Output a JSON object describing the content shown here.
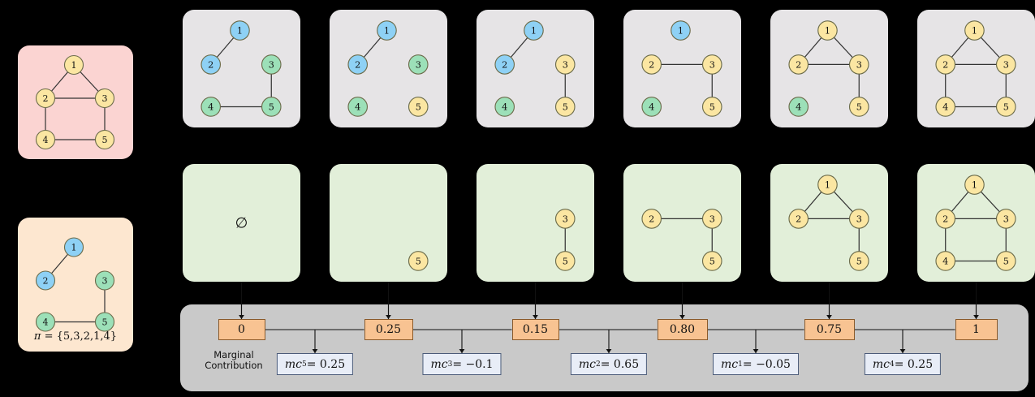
{
  "original_graph": {
    "title_nodes": [
      "1",
      "2",
      "3",
      "4",
      "5"
    ],
    "edges": [
      [
        1,
        2
      ],
      [
        1,
        3
      ],
      [
        2,
        3
      ],
      [
        2,
        4
      ],
      [
        3,
        5
      ],
      [
        4,
        5
      ]
    ],
    "node_colors": {
      "1": "#fbe6a2",
      "2": "#fbe6a2",
      "3": "#fbe6a2",
      "4": "#fbe6a2",
      "5": "#fbe6a2"
    },
    "panel_color": "#fbd4d2"
  },
  "permutation_panel": {
    "caption_pi": "π",
    "caption_eq": " = {5,3,2,1,4}",
    "nodes": [
      "1",
      "2",
      "3",
      "4",
      "5"
    ],
    "edges": [
      [
        1,
        2
      ],
      [
        3,
        5
      ],
      [
        4,
        5
      ]
    ],
    "node_colors": {
      "1": "#8ed1f5",
      "2": "#8ed1f5",
      "3": "#9ce0b8",
      "4": "#9ce0b8",
      "5": "#9ce0b8"
    },
    "panel_color": "#fde7d0"
  },
  "colors": {
    "blue": "#8ed1f5",
    "green": "#9ce0b8",
    "yellow": "#fbe6a2",
    "panel_grey": "#e6e4e6",
    "panel_green": "#e2efd9",
    "panel_pink": "#fbd4d2",
    "panel_peach": "#fde7d0",
    "bar_grey": "#c9c9c9",
    "value_box": "#f8c392",
    "mc_box": "#e8edf7"
  },
  "top_row": [
    {
      "id": "top-panel-1",
      "nodes": [
        "1",
        "2",
        "3",
        "4",
        "5"
      ],
      "node_colors": {
        "1": "#8ed1f5",
        "2": "#8ed1f5",
        "3": "#9ce0b8",
        "4": "#9ce0b8",
        "5": "#9ce0b8"
      },
      "edges": [
        [
          1,
          2
        ],
        [
          3,
          5
        ],
        [
          4,
          5
        ]
      ]
    },
    {
      "id": "top-panel-2",
      "nodes": [
        "1",
        "2",
        "3",
        "4",
        "5"
      ],
      "node_colors": {
        "1": "#8ed1f5",
        "2": "#8ed1f5",
        "3": "#9ce0b8",
        "4": "#9ce0b8",
        "5": "#fbe6a2"
      },
      "edges": [
        [
          1,
          2
        ]
      ]
    },
    {
      "id": "top-panel-3",
      "nodes": [
        "1",
        "2",
        "3",
        "4",
        "5"
      ],
      "node_colors": {
        "1": "#8ed1f5",
        "2": "#8ed1f5",
        "3": "#fbe6a2",
        "4": "#9ce0b8",
        "5": "#fbe6a2"
      },
      "edges": [
        [
          1,
          2
        ],
        [
          3,
          5
        ]
      ]
    },
    {
      "id": "top-panel-4",
      "nodes": [
        "1",
        "2",
        "3",
        "4",
        "5"
      ],
      "node_colors": {
        "1": "#8ed1f5",
        "2": "#fbe6a2",
        "3": "#fbe6a2",
        "4": "#9ce0b8",
        "5": "#fbe6a2"
      },
      "edges": [
        [
          2,
          3
        ],
        [
          3,
          5
        ]
      ]
    },
    {
      "id": "top-panel-5",
      "nodes": [
        "1",
        "2",
        "3",
        "4",
        "5"
      ],
      "node_colors": {
        "1": "#fbe6a2",
        "2": "#fbe6a2",
        "3": "#fbe6a2",
        "4": "#9ce0b8",
        "5": "#fbe6a2"
      },
      "edges": [
        [
          1,
          2
        ],
        [
          1,
          3
        ],
        [
          2,
          3
        ],
        [
          3,
          5
        ]
      ]
    },
    {
      "id": "top-panel-6",
      "nodes": [
        "1",
        "2",
        "3",
        "4",
        "5"
      ],
      "node_colors": {
        "1": "#fbe6a2",
        "2": "#fbe6a2",
        "3": "#fbe6a2",
        "4": "#fbe6a2",
        "5": "#fbe6a2"
      },
      "edges": [
        [
          1,
          2
        ],
        [
          1,
          3
        ],
        [
          2,
          3
        ],
        [
          2,
          4
        ],
        [
          3,
          5
        ],
        [
          4,
          5
        ]
      ]
    }
  ],
  "bottom_row": [
    {
      "id": "coalition-panel-1",
      "empty_symbol": "∅",
      "nodes": [],
      "edges": []
    },
    {
      "id": "coalition-panel-2",
      "nodes": [
        "5"
      ],
      "edges": []
    },
    {
      "id": "coalition-panel-3",
      "nodes": [
        "3",
        "5"
      ],
      "edges": [
        [
          3,
          5
        ]
      ]
    },
    {
      "id": "coalition-panel-4",
      "nodes": [
        "2",
        "3",
        "5"
      ],
      "edges": [
        [
          2,
          3
        ],
        [
          3,
          5
        ]
      ]
    },
    {
      "id": "coalition-panel-5",
      "nodes": [
        "1",
        "2",
        "3",
        "5"
      ],
      "edges": [
        [
          1,
          2
        ],
        [
          1,
          3
        ],
        [
          2,
          3
        ],
        [
          3,
          5
        ]
      ]
    },
    {
      "id": "coalition-panel-6",
      "nodes": [
        "1",
        "2",
        "3",
        "4",
        "5"
      ],
      "edges": [
        [
          1,
          2
        ],
        [
          1,
          3
        ],
        [
          2,
          3
        ],
        [
          2,
          4
        ],
        [
          3,
          5
        ],
        [
          4,
          5
        ]
      ]
    }
  ],
  "value_bar": {
    "label_line1": "Marginal",
    "label_line2": "Contribution",
    "values": [
      "0",
      "0.25",
      "0.15",
      "0.80",
      "0.75",
      "1"
    ],
    "marginal_contributions": [
      {
        "symbol": "mc",
        "sub": "5",
        "rhs": " = 0.25"
      },
      {
        "symbol": "mc",
        "sub": "3",
        "rhs": " = −0.1"
      },
      {
        "symbol": "mc",
        "sub": "2",
        "rhs": " = 0.65"
      },
      {
        "symbol": "mc",
        "sub": "1",
        "rhs": " = −0.05"
      },
      {
        "symbol": "mc",
        "sub": "4",
        "rhs": " = 0.25"
      }
    ]
  }
}
